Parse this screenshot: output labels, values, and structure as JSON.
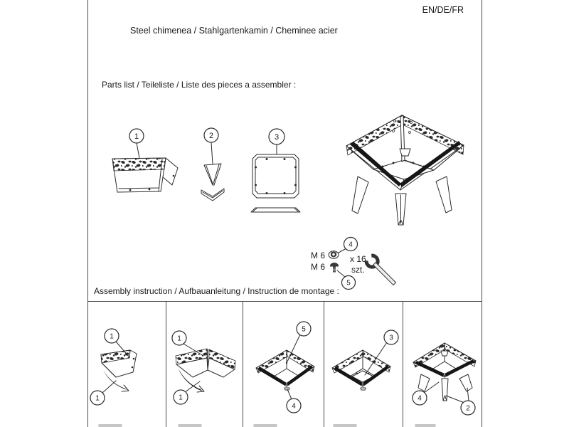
{
  "document": {
    "language_label": "EN/DE/FR",
    "title": "Steel chimenea / Stahlgartenkamin / Cheminee acier",
    "parts_list_heading": "Parts list / Teileliste / Liste des pieces a assembler :",
    "assembly_heading": "Assembly instruction / Aufbauanleitung / Instruction de montage :"
  },
  "parts": {
    "side_panel_callout": "1",
    "leg_callout": "2",
    "base_plate_callout": "3"
  },
  "hardware": {
    "nut_callout": "4",
    "bolt_callout": "5",
    "nut_size": "M 6",
    "bolt_size": "M 6",
    "quantity": "x 16",
    "quantity_unit": "szt."
  },
  "steps": [
    {
      "callouts": [
        "1",
        "1"
      ]
    },
    {
      "callouts": [
        "1",
        "1"
      ]
    },
    {
      "callouts": [
        "5",
        "4"
      ]
    },
    {
      "callouts": [
        "3"
      ]
    },
    {
      "callouts": [
        "4",
        "2"
      ]
    }
  ],
  "colors": {
    "line": "#2b2b2b",
    "fill_dark": "#161616",
    "border": "#4a4a4a",
    "background": "#ffffff"
  }
}
